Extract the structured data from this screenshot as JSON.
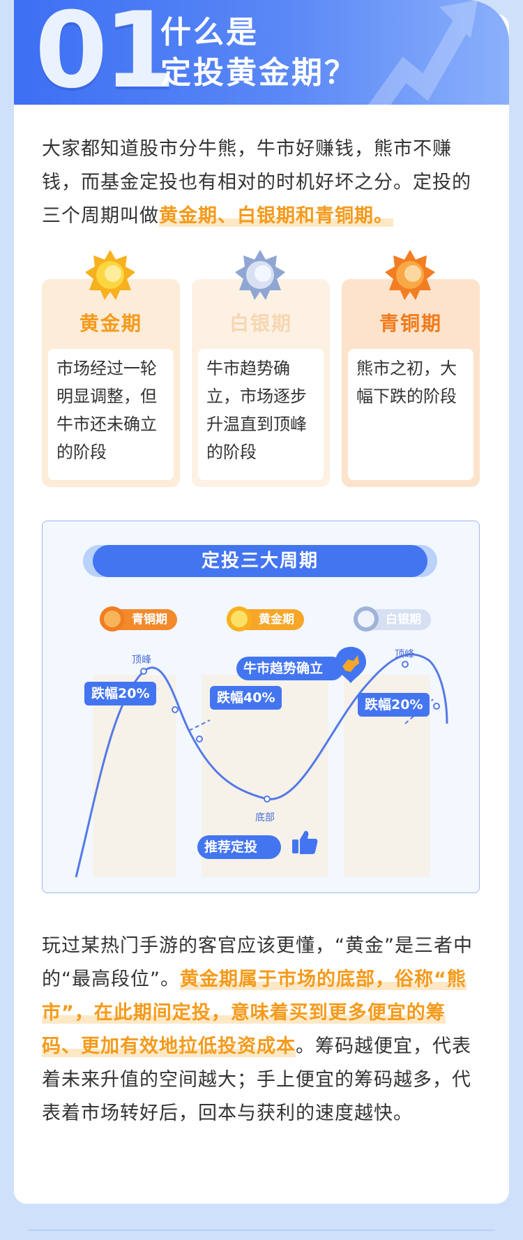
{
  "header": {
    "number": "01",
    "title_line1": "什么是",
    "title_line2": "定投黄金期？"
  },
  "intro": {
    "text": "大家都知道股市分牛熊，牛市好赚钱，熊市不赚钱，而基金定投也有相对的时机好坏之分。定投的三个周期叫做",
    "highlight": "黄金期、白银期和青铜期。"
  },
  "periods": [
    {
      "name": "黄金期",
      "desc": "市场经过一轮明显调整，但牛市还未确立的阶段",
      "color": "#f59a1b",
      "bg": "#fdecd8"
    },
    {
      "name": "白银期",
      "desc": "牛市趋势确立，市场逐步升温直到顶峰的阶段",
      "color": "#f6d7b2",
      "bg": "#fdf1e4"
    },
    {
      "name": "青铜期",
      "desc": "熊市之初，大幅下跌的阶段",
      "color": "#f07b1e",
      "bg": "#fde3cb"
    }
  ],
  "cycle": {
    "title": "定投三大周期",
    "phases": [
      "青铜期",
      "黄金期",
      "白银期"
    ],
    "labels": {
      "peak": "顶峰",
      "bottom": "底部",
      "drop1": "跌幅20%",
      "drop2": "跌幅40%",
      "drop3": "跌幅20%",
      "bull": "牛市趋势确立",
      "recommend": "推荐定投"
    }
  },
  "outro": {
    "text_before": "玩过某热门手游的客官应该更懂，“黄金”是三者中的“最高段位”。",
    "highlight": "黄金期属于市场的底部，俗称“熊市”，在此期间定投，意味着买到更多便宜的筹码、更加有效地拉低投资成本",
    "text_after": "。筹码越便宜，代表着未来升值的空间越大；手上便宜的筹码越多，代表着市场转好后，回本与获利的速度越快。"
  }
}
